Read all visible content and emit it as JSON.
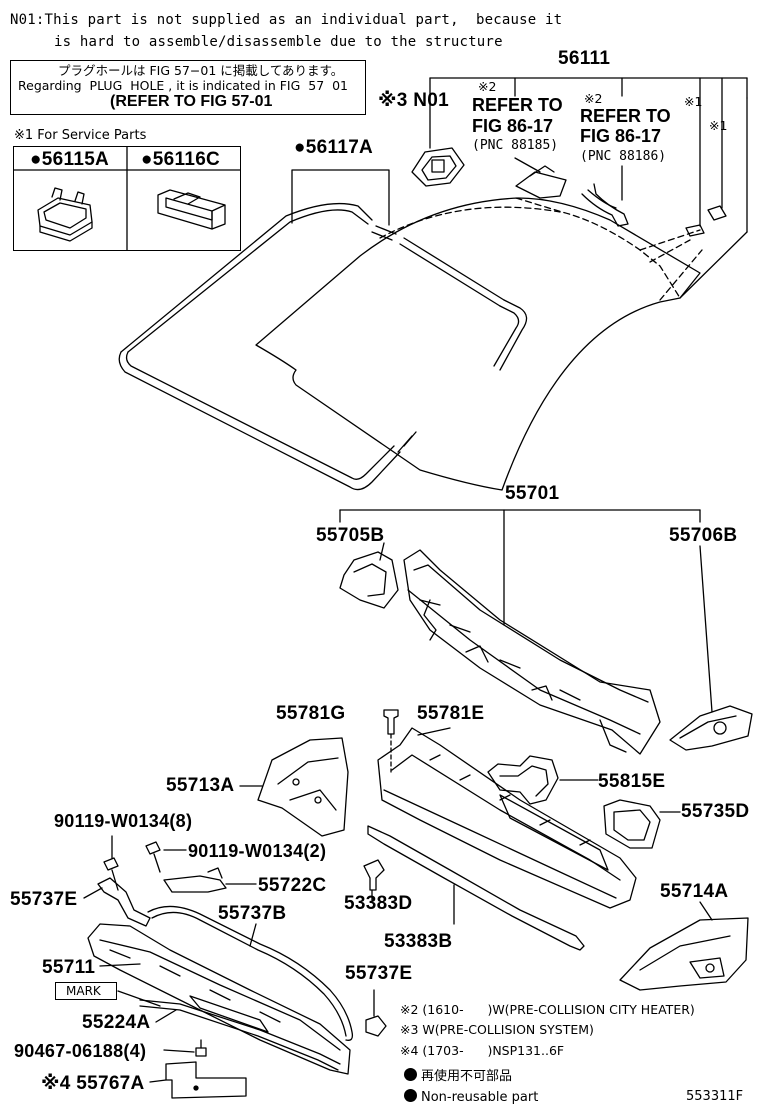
{
  "notes": {
    "n01_line1": "N01:This part is not supplied as an individual part,  because it",
    "n01_line2": "is hard to assemble/disassemble due to the structure"
  },
  "plug_box": {
    "line1": "プラグホールは FIG 57−01 に掲載してあります。",
    "line2": "Regarding  PLUG  HOLE , it is indicated in FIG  57  01",
    "line3": "(REFER TO FIG 57-01"
  },
  "service_box": {
    "title": "※1 For Service Parts",
    "part_a": "●56115A",
    "part_b": "●56116C"
  },
  "labels": {
    "p56117A": "●56117A",
    "p56111": "56111",
    "n01": "※3 N01",
    "ref1_mark": "※2",
    "ref1_line1": "REFER TO",
    "ref1_line2": "FIG 86-17",
    "ref1_pnc": "(PNC 88185)",
    "ref2_mark": "※2",
    "ref2_line1": "REFER TO",
    "ref2_line2": "FIG 86-17",
    "ref2_pnc": "(PNC 88186)",
    "mark1a": "※1",
    "mark1b": "※1",
    "p55701": "55701",
    "p55705B": "55705B",
    "p55706B": "55706B",
    "p55781G": "55781G",
    "p55781E": "55781E",
    "p55713A": "55713A",
    "p55815E": "55815E",
    "p55735D": "55735D",
    "p90119_8": "90119-W0134(8)",
    "p90119_2": "90119-W0134(2)",
    "p55722C": "55722C",
    "p55737E_a": "55737E",
    "p55737B": "55737B",
    "p53383D": "53383D",
    "p53383B": "53383B",
    "p55714A": "55714A",
    "p55711": "55711",
    "mark_box": "MARK",
    "p55737E_b": "55737E",
    "p55224A": "55224A",
    "p90467": "90467-06188(4)",
    "p55767A": "※4 55767A"
  },
  "footnotes": {
    "f2": "※2 (1610-      )W(PRE-COLLISION CITY HEATER)",
    "f3": "※3 W(PRE-COLLISION SYSTEM)",
    "f4": "※4 (1703-      )NSP131..6F",
    "legend_jp": "再使用不可部品",
    "legend_en": "Non-reusable part"
  },
  "figure_id": "553311F"
}
